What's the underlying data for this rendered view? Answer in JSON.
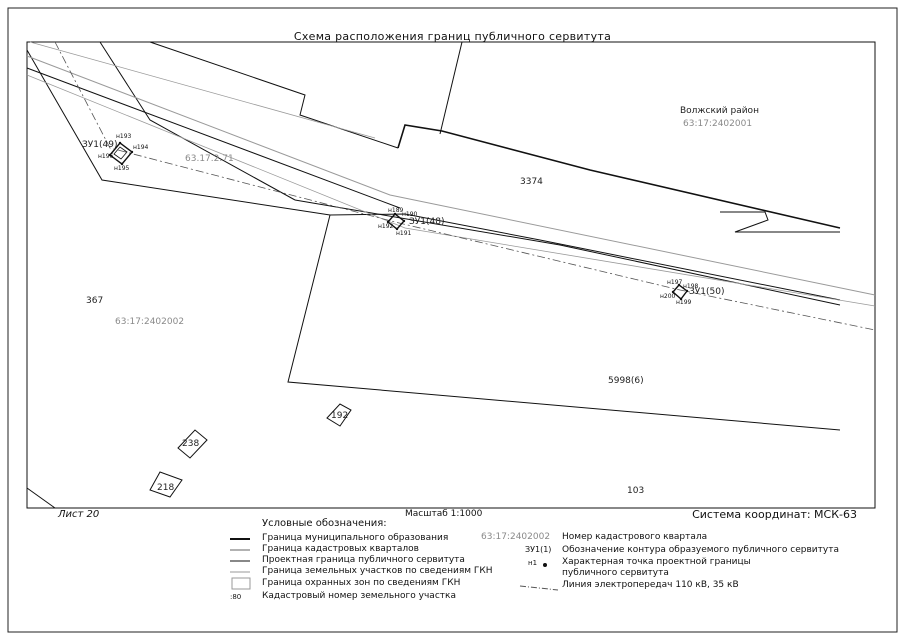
{
  "title": "Схема расположения границ публичного сервитута",
  "map": {
    "district_name": "Волжский район",
    "quarter_labels": [
      "63:17:2402001",
      "63:17:2402002"
    ],
    "block_label": "63.17.2.71",
    "parcel_labels": [
      "3374",
      "367",
      "5998(6)",
      "192",
      "238",
      "218",
      "103"
    ],
    "easement_labels": [
      "ЗУ1(49)",
      "ЗУ1(48)",
      "ЗУ1(50)"
    ],
    "point_labels_49": [
      "н193",
      "н194",
      "н195",
      "н196"
    ],
    "point_labels_48": [
      "н189",
      "н190",
      "н191",
      "н192"
    ],
    "point_labels_50": [
      "н197",
      "н198",
      "н199",
      "н200"
    ]
  },
  "footer": {
    "sheet": "Лист 20",
    "scale": "Масштаб 1:1000",
    "coord_system": "Система координат: МСК-63"
  },
  "legend": {
    "title": "Условные обозначения:",
    "left_items": [
      "Граница муниципального образования",
      "Граница кадастровых кварталов",
      "Проектная граница публичного сервитута",
      "Граница земельных участков по сведениям ГКН",
      "Граница охранных зон по сведениям ГКН",
      "Кадастровый номер земельного участка"
    ],
    "parcel_sample": ":80",
    "quarter_sample": "63:17:2402002",
    "quarter_desc": "Номер кадастрового квартала",
    "easement_sample": "ЗУ1(1)",
    "easement_desc": "Обозначение контура образуемого публичного сервитута",
    "point_sample": "н1",
    "point_desc_1": "Характерная точка проектной границы",
    "point_desc_2": "публичного сервитута",
    "power_line_desc": "Линия электропередач 110 кВ, 35 кВ"
  },
  "colors": {
    "line": "#111111",
    "gray_line": "#9a9a9a",
    "gray_text": "#8a8a8a"
  }
}
